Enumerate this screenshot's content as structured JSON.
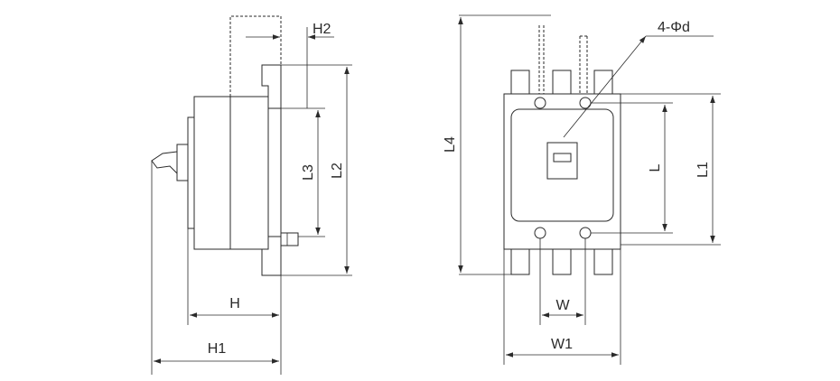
{
  "side_view": {
    "labels": {
      "h2": "H2",
      "l3": "L3",
      "l2": "L2",
      "h": "H",
      "h1": "H1"
    }
  },
  "front_view": {
    "labels": {
      "hole_spec": "4-Φd",
      "l4": "L4",
      "l": "L",
      "l1": "L1",
      "w": "W",
      "w1": "W1"
    }
  },
  "colors": {
    "line": "#2a2a2a",
    "background": "#ffffff"
  }
}
